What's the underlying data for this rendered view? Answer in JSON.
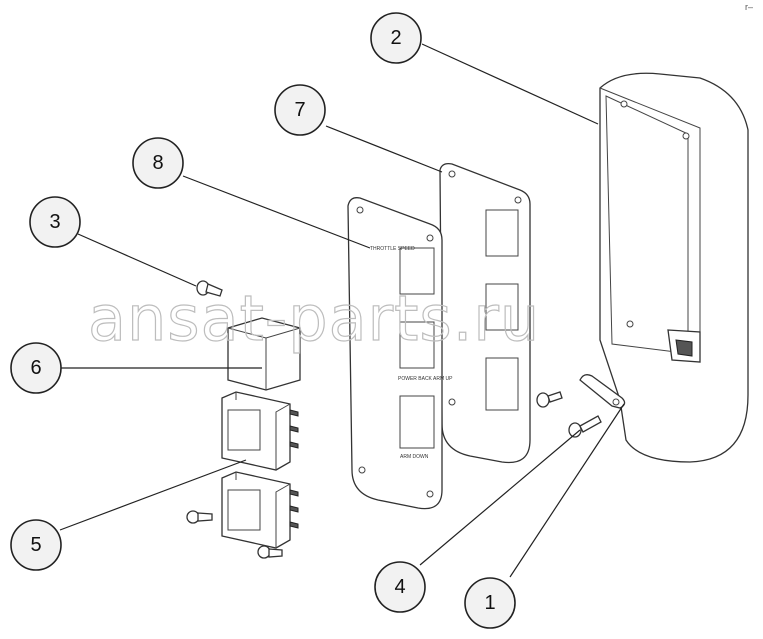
{
  "callouts": [
    {
      "id": "1",
      "label": "1"
    },
    {
      "id": "2",
      "label": "2"
    },
    {
      "id": "3",
      "label": "3"
    },
    {
      "id": "4",
      "label": "4"
    },
    {
      "id": "5",
      "label": "5"
    },
    {
      "id": "6",
      "label": "6"
    },
    {
      "id": "7",
      "label": "7"
    },
    {
      "id": "8",
      "label": "8"
    }
  ],
  "panel_labels": {
    "top": "THROTTLE SPEED",
    "middle": "POWER BACK ARM UP",
    "bottom": "ARM DOWN"
  },
  "watermark": "ansat-parts.ru",
  "corner_mark": "r–"
}
